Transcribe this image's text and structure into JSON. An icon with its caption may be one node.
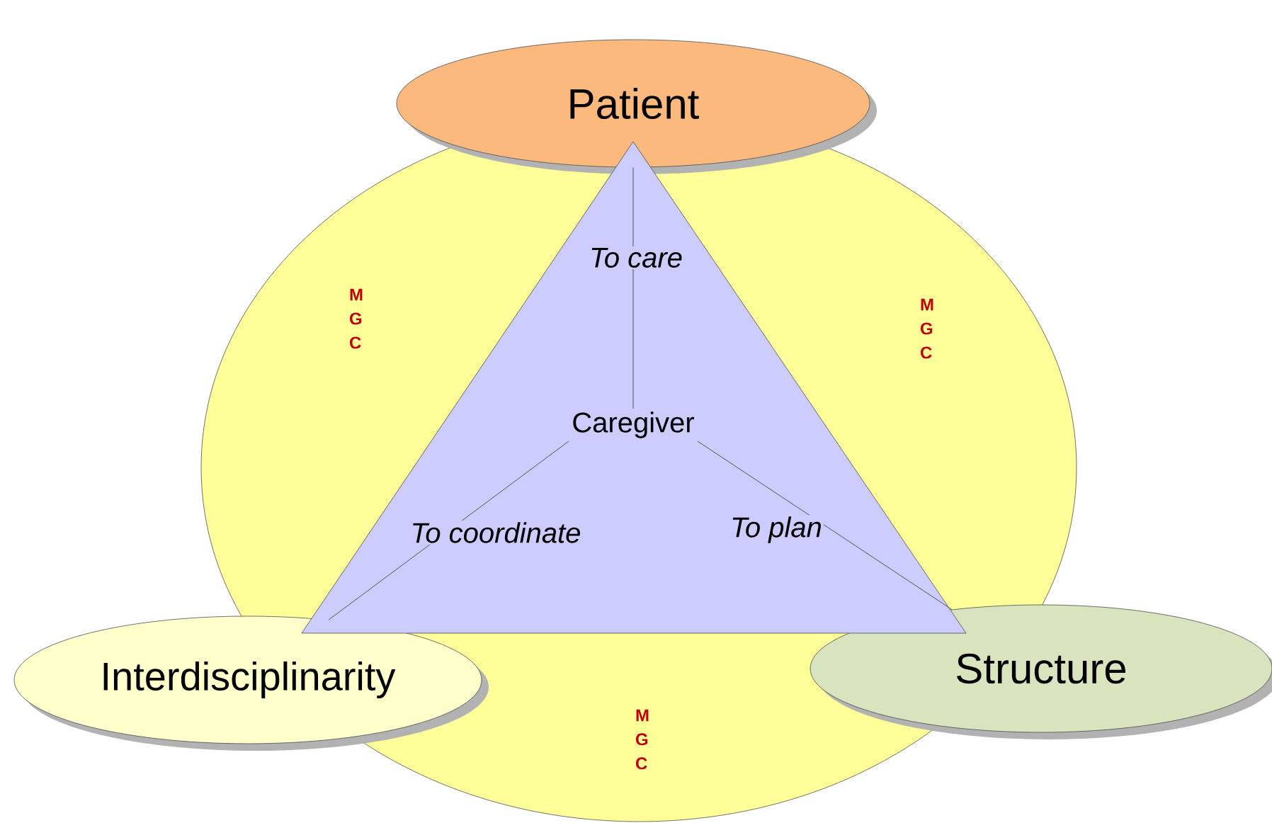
{
  "diagram": {
    "nodes": [
      {
        "text": [
          "M G C",
          "M G C",
          "M G C"
        ]
      },
      {
        "text": [
          "Patient"
        ]
      },
      {
        "text": [
          "Interdisciplinarity"
        ]
      },
      {
        "text": [
          "Structure"
        ]
      },
      {
        "text": [],
        "shape": "triangle",
        "in": 0
      },
      {
        "text": [
          "Caregiver"
        ],
        "in": 4
      }
    ],
    "edges": [
      {
        "from": 5,
        "to": 1,
        "arrow": "none",
        "label": "To care"
      },
      {
        "from": 5,
        "to": 2,
        "arrow": "none",
        "label": "To coordinate"
      },
      {
        "from": 5,
        "to": 3,
        "arrow": "none",
        "label": "To plan"
      }
    ]
  }
}
